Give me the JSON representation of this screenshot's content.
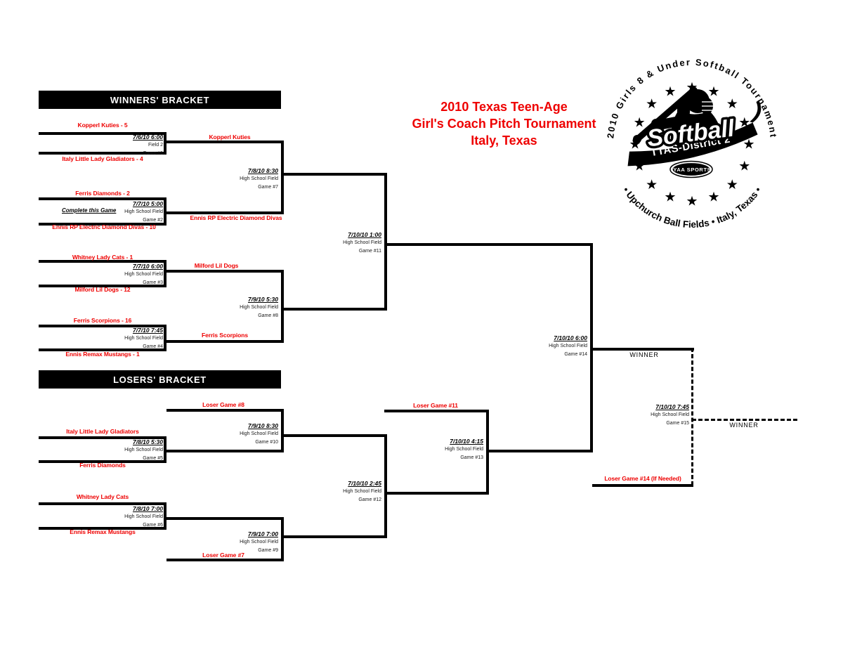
{
  "title": {
    "lines": [
      "2010 Texas Teen-Age",
      "Girl's Coach Pitch Tournament",
      "Italy, Texas"
    ]
  },
  "brackets": {
    "winners_header": "WINNERS' BRACKET",
    "losers_header": "LOSERS' BRACKET"
  },
  "colors": {
    "red": "#ee0000",
    "black": "#000000"
  },
  "games": {
    "g1": {
      "date": "7/6/10 6:00",
      "field": "Field 2",
      "num": "Game #1",
      "top": "Kopperl Kuties - 5",
      "bottom": "Italy Little Lady Gladiators - 4"
    },
    "g2": {
      "date": "7/7/10 5:00",
      "field": "High School Field",
      "num": "Game #2",
      "top": "Ferris Diamonds - 2",
      "bottom": "Ennis RP Electric Diamond Divas - 10",
      "note": "Complete this Game"
    },
    "g3": {
      "date": "7/7/10 6:00",
      "field": "High School Field",
      "num": "Game #3",
      "top": "Whitney Lady Cats - 1",
      "bottom": "Milford Lil Dogs - 12"
    },
    "g4": {
      "date": "7/7/10 7:45",
      "field": "High School Field",
      "num": "Game #4",
      "top": "Ferris Scorpions - 16",
      "bottom": "Ennis Remax Mustangs - 1"
    },
    "g5": {
      "date": "7/8/10 5:30",
      "field": "High School Field",
      "num": "Game #5",
      "top": "Italy Little Lady Gladiators",
      "bottom": "Ferris Diamonds"
    },
    "g6": {
      "date": "7/8/10 7:00",
      "field": "High School Field",
      "num": "Game #6",
      "top": "Whitney Lady Cats",
      "bottom": "Ennis Remax Mustangs"
    },
    "g7": {
      "date": "7/8/10 8:30",
      "field": "High School Field",
      "num": "Game #7",
      "top": "Kopperl Kuties",
      "bottom": "Ennis RP Electric Diamond Divas"
    },
    "g8": {
      "date": "7/9/10 5:30",
      "field": "High School Field",
      "num": "Game #8",
      "top": "Milford Lil Dogs",
      "bottom": "Ferris Scorpions"
    },
    "g9": {
      "date": "7/9/10 7:00",
      "field": "High School Field",
      "num": "Game #9",
      "bottom": "Loser Game #7"
    },
    "g10": {
      "date": "7/9/10 8:30",
      "field": "High School Field",
      "num": "Game #10",
      "top": "Loser Game #8"
    },
    "g11": {
      "date": "7/10/10 1:00",
      "field": "High School Field",
      "num": "Game #11"
    },
    "g12": {
      "date": "7/10/10 2:45",
      "field": "High School Field",
      "num": "Game #12"
    },
    "g13": {
      "date": "7/10/10 4:15",
      "field": "High School Field",
      "num": "Game #13",
      "top": "Loser Game #11"
    },
    "g14": {
      "date": "7/10/10 6:00",
      "field": "High School Field",
      "num": "Game #14",
      "winner_label": "WINNER"
    },
    "g15": {
      "date": "7/10/10 7:45",
      "field": "High School Field",
      "num": "Game #15",
      "bottom": "Loser Game #14 (If Needed)",
      "winner_label": "WINNER"
    }
  },
  "logo": {
    "arc_top": "2010 Girls 8 & Under Softball Tournament",
    "arc_bottom": "• Upchurch Ball Fields • Italy, Texas •",
    "script": "Softball",
    "banner": "TTAS-District 2",
    "badge": "IYAA SPORTS",
    "star_glyph": "★"
  }
}
